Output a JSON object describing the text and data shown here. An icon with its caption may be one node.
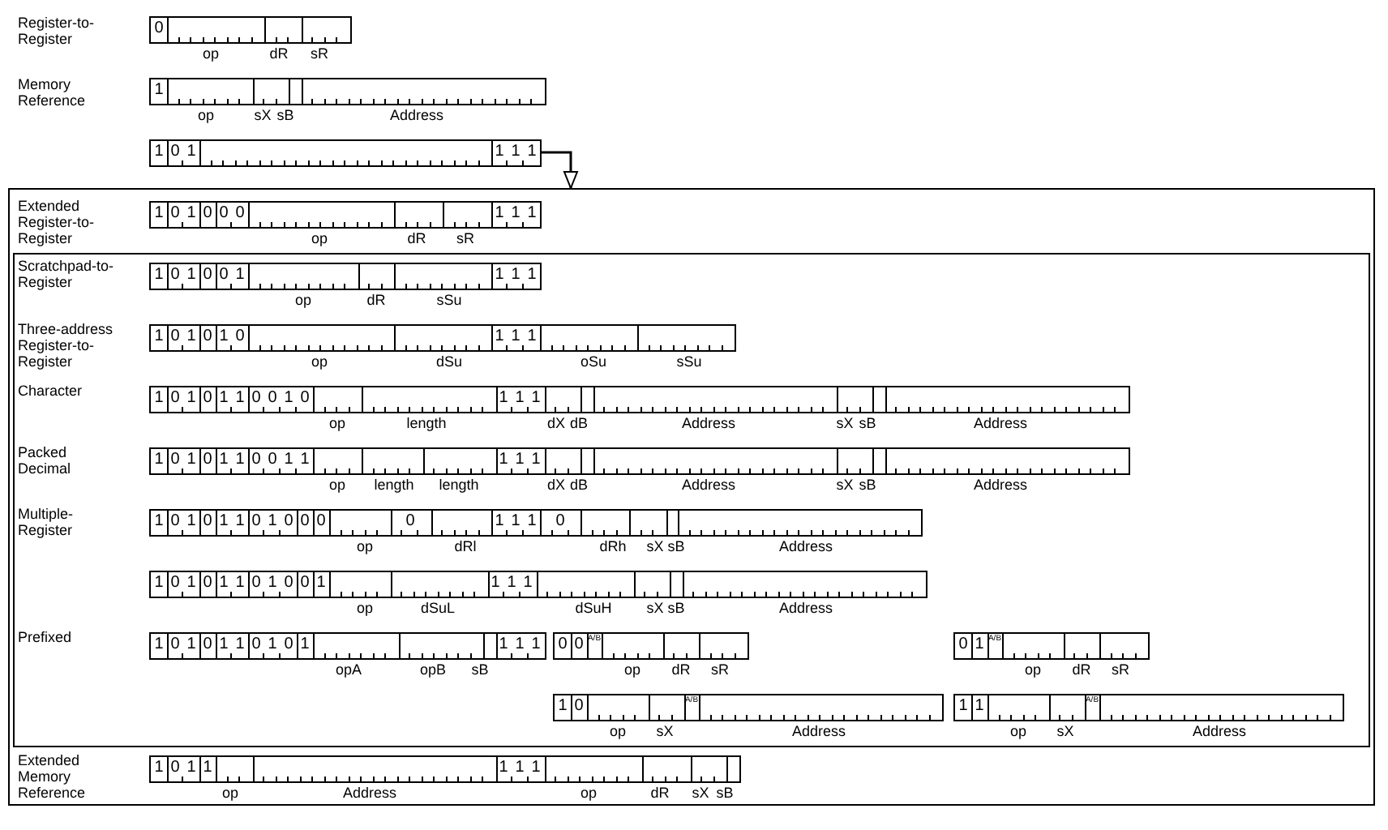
{
  "diagram": {
    "nodes": [
      {
        "text": [],
        "shape": "box"
      },
      {
        "text": [],
        "shape": "box",
        "in": 0
      },
      {
        "text": [
          "0"
        ],
        "beside": [
          "op",
          "dR",
          "sR"
        ]
      },
      {
        "text": [
          "1"
        ],
        "beside": [
          "op",
          "sX",
          "sB",
          "Address"
        ]
      },
      {
        "text": [
          "1",
          "0",
          "1",
          "1",
          "1",
          "1"
        ]
      },
      {
        "text": [
          "1",
          "0",
          "1",
          "0",
          "0",
          "0",
          "1",
          "1",
          "1"
        ],
        "beside": [
          "op",
          "dR",
          "sR"
        ],
        "in": 0
      },
      {
        "text": [
          "1",
          "0",
          "1",
          "0",
          "0",
          "1",
          "1",
          "1",
          "1"
        ],
        "beside": [
          "op",
          "dR",
          "sSu"
        ],
        "in": 1
      },
      {
        "text": [
          "1",
          "0",
          "1",
          "0",
          "1",
          "0",
          "1",
          "1",
          "1"
        ],
        "beside": [
          "op",
          "dSu",
          "oSu",
          "sSu"
        ],
        "in": 1
      },
      {
        "text": [
          "1",
          "0",
          "1",
          "0",
          "1",
          "1",
          "0",
          "0",
          "1",
          "0",
          "1",
          "1",
          "1"
        ],
        "beside": [
          "op",
          "length",
          "dX",
          "dB",
          "Address",
          "sX",
          "sB",
          "Address"
        ],
        "in": 1
      },
      {
        "text": [
          "1",
          "0",
          "1",
          "0",
          "1",
          "1",
          "0",
          "0",
          "1",
          "1",
          "1",
          "1",
          "1"
        ],
        "beside": [
          "op",
          "length",
          "length",
          "dX",
          "dB",
          "Address",
          "sX",
          "sB",
          "Address"
        ],
        "in": 1
      },
      {
        "text": [
          "1",
          "0",
          "1",
          "0",
          "1",
          "1",
          "0",
          "1",
          "0",
          "0",
          "0",
          "0",
          "1",
          "1",
          "1",
          "0"
        ],
        "beside": [
          "op",
          "dRl",
          "dRh",
          "sX",
          "sB",
          "Address"
        ],
        "in": 1
      },
      {
        "text": [
          "1",
          "0",
          "1",
          "0",
          "1",
          "1",
          "0",
          "1",
          "0",
          "0",
          "1",
          "1",
          "1",
          "1"
        ],
        "beside": [
          "op",
          "dSuL",
          "dSuH",
          "sX",
          "sB",
          "Address"
        ],
        "in": 1
      },
      {
        "text": [
          "1",
          "0",
          "1",
          "0",
          "1",
          "1",
          "0",
          "1",
          "0",
          "1",
          "1",
          "1",
          "1"
        ],
        "beside": [
          "opA",
          "opB",
          "sB"
        ],
        "in": 1
      },
      {
        "text": [
          "0",
          "0",
          "A/B"
        ],
        "beside": [
          "op",
          "dR",
          "sR"
        ],
        "in": 1
      },
      {
        "text": [
          "0",
          "1",
          "A/B"
        ],
        "beside": [
          "op",
          "dR",
          "sR"
        ],
        "in": 1
      },
      {
        "text": [
          "1",
          "0",
          "A/B"
        ],
        "beside": [
          "op",
          "sX",
          "Address"
        ],
        "in": 1
      },
      {
        "text": [
          "1",
          "1",
          "A/B"
        ],
        "beside": [
          "op",
          "sX",
          "Address"
        ],
        "in": 1
      },
      {
        "text": [
          "1",
          "0",
          "1",
          "1",
          "1",
          "1",
          "1"
        ],
        "beside": [
          "op",
          "Address",
          "op",
          "dR",
          "sX",
          "sB"
        ],
        "in": 0
      }
    ],
    "edges": [
      {
        "from": 4,
        "to": 0,
        "arrow": "to"
      }
    ],
    "labels": [
      "Register-to- Register",
      "Memory Reference",
      "Extended Register-to- Register",
      "Scratchpad-to- Register",
      "Three-address Register-to- Register",
      "Character",
      "Packed Decimal",
      "Multiple- Register",
      "Prefixed",
      "Extended Memory Reference"
    ]
  }
}
